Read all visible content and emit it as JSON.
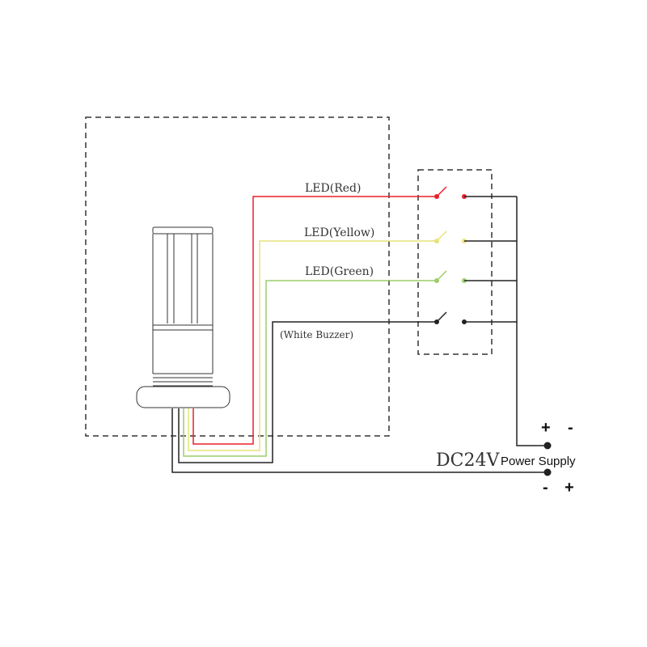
{
  "labels": {
    "led_red": "LED(Red)",
    "led_yellow": "LED(Yellow)",
    "led_green": "LED(Green)",
    "white_buzzer": "(White Buzzer)",
    "dc": "DC24V",
    "power_supply": "Power Supply",
    "top_plus": "+",
    "top_minus": "-",
    "bottom_minus": "-",
    "bottom_plus": "+"
  },
  "colors": {
    "red": "#e8202a",
    "yellow": "#e9e27a",
    "green": "#9ccd6a",
    "black": "#222222",
    "frame": "#333333"
  }
}
